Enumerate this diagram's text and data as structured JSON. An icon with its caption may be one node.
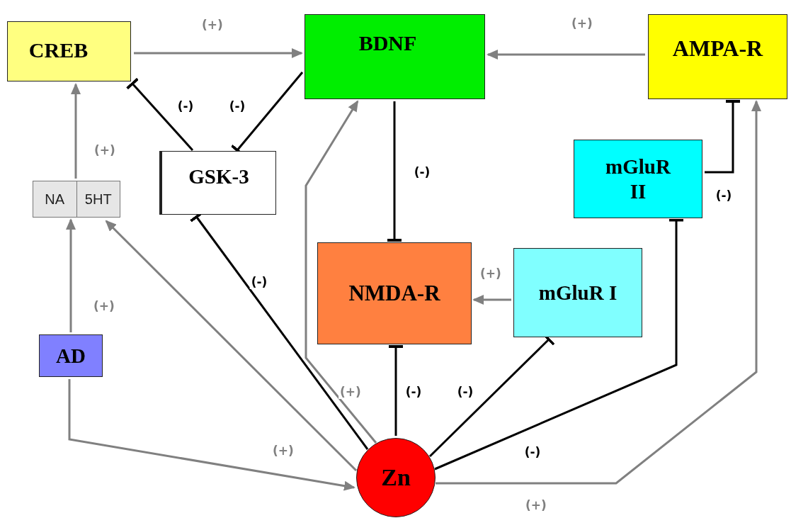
{
  "diagram": {
    "nodes": [
      {
        "text": [
          "CREB"
        ]
      },
      {
        "text": [
          "BDNF"
        ]
      },
      {
        "text": [
          "AMPA-R"
        ]
      },
      {
        "text": [
          "GSK-3"
        ]
      },
      {
        "text": [
          "NA",
          "5HT"
        ]
      },
      {
        "text": [
          "mGluR II"
        ]
      },
      {
        "text": [
          "NMDA-R"
        ]
      },
      {
        "text": [
          "mGluR I"
        ]
      },
      {
        "text": [
          "AD"
        ]
      },
      {
        "text": [
          "Zn"
        ]
      }
    ],
    "edges": [
      {
        "from": 0,
        "to": 1,
        "arrow": "to",
        "label": "(+)"
      },
      {
        "from": 2,
        "to": 1,
        "arrow": "to",
        "label": "(+)"
      },
      {
        "from": 3,
        "to": 0,
        "arrow": "other",
        "label": "(-)",
        "color": "#000000"
      },
      {
        "from": 1,
        "to": 3,
        "arrow": "other",
        "label": "(-)",
        "color": "#000000"
      },
      {
        "from": 4,
        "to": 0,
        "arrow": "to",
        "label": "(+)"
      },
      {
        "from": 1,
        "to": 6,
        "arrow": "other",
        "label": "(-)",
        "color": "#000000"
      },
      {
        "from": 5,
        "to": 2,
        "arrow": "other",
        "label": "(-)",
        "color": "#000000"
      },
      {
        "from": 7,
        "to": 6,
        "arrow": "to",
        "label": "(+)"
      },
      {
        "from": 8,
        "to": 4,
        "arrow": "to",
        "label": "(+)"
      },
      {
        "from": 8,
        "to": 9,
        "arrow": "to",
        "label": "(+)"
      },
      {
        "from": 9,
        "to": 4,
        "arrow": "to"
      },
      {
        "from": 9,
        "to": 3,
        "arrow": "other",
        "label": "(-)",
        "color": "#000000"
      },
      {
        "from": 9,
        "to": 1,
        "arrow": "to",
        "label": "(+)"
      },
      {
        "from": 9,
        "to": 6,
        "arrow": "other",
        "label": "(-)",
        "color": "#000000"
      },
      {
        "from": 9,
        "to": 7,
        "arrow": "other",
        "label": "(-)",
        "color": "#000000"
      },
      {
        "from": 9,
        "to": 5,
        "arrow": "other",
        "label": "(-)",
        "color": "#000000"
      },
      {
        "from": 9,
        "to": 2,
        "arrow": "to",
        "label": "(+)"
      }
    ]
  }
}
